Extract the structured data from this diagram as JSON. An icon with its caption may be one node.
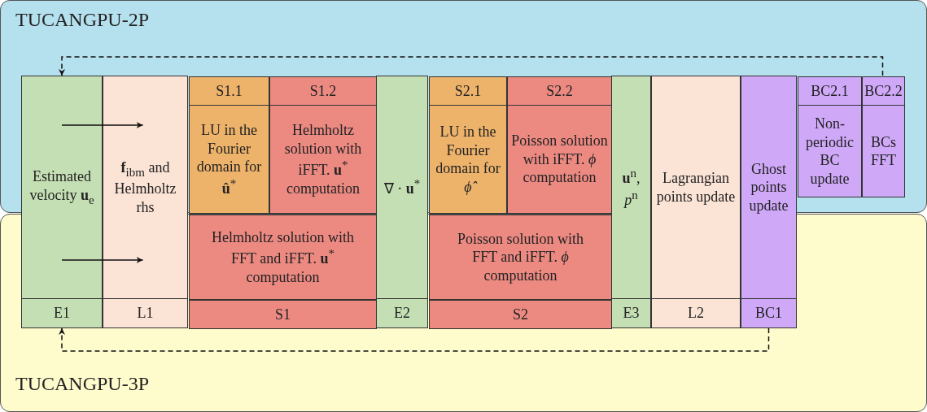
{
  "diagram": {
    "nodes": [
      {
        "text": [
          "TUCANGPU-2P"
        ]
      },
      {
        "text": [
          "TUCANGPU-3P"
        ]
      },
      {
        "text": [
          "Estimated velocity **u**$_{e}$",
          "E1"
        ]
      },
      {
        "text": [
          "**f**$_{ibm}$ and Helmholtz rhs",
          "L1"
        ]
      },
      {
        "text": [
          "S1"
        ],
        "in": 1
      },
      {
        "text": [
          "S1.1",
          "LU in the Fourier domain for **û**$^{*}$"
        ],
        "in": 0
      },
      {
        "text": [
          "S1.2",
          "Helmholtz solution with iFFT. **u**$^{*}$ computation"
        ],
        "in": 0
      },
      {
        "text": [
          "Helmholtz solution with FFT and iFFT. **u**$^{*}$ computation"
        ],
        "in": 1
      },
      {
        "text": [
          "∇ · **u**$^{*}$",
          "E2"
        ]
      },
      {
        "text": [
          "S2"
        ],
        "in": 1
      },
      {
        "text": [
          "S2.1",
          "LU in the Fourier domain for *ϕ̂*"
        ],
        "in": 0
      },
      {
        "text": [
          "S2.2",
          "Poisson solution with iFFT. *ϕ* computation"
        ],
        "in": 0
      },
      {
        "text": [
          "Poisson solution with FFT and iFFT. *ϕ* computation"
        ],
        "in": 1
      },
      {
        "text": [
          "**u**$^{n}$, *p*$^{n}$",
          "E3"
        ]
      },
      {
        "text": [
          "Lagrangian points update",
          "L2"
        ]
      },
      {
        "text": [
          "Ghost points update",
          "BC1"
        ]
      },
      {
        "text": [
          "BC2.1",
          "Non-periodic BC update"
        ],
        "in": 0
      },
      {
        "text": [
          "BC2.2",
          "BCs FFT"
        ],
        "in": 0
      }
    ],
    "edges": [
      {
        "from": 17,
        "to": 2,
        "arrow": "to",
        "style": "dashed"
      },
      {
        "from": 15,
        "to": 2,
        "arrow": "to",
        "style": "dashed"
      },
      {
        "from": 2,
        "to": 3,
        "arrow": "to"
      },
      {
        "from": 2,
        "to": 3,
        "arrow": "to"
      }
    ]
  }
}
